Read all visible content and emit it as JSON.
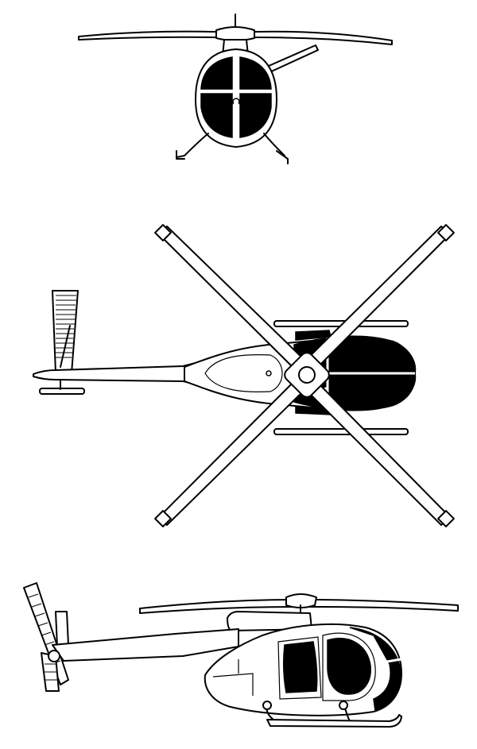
{
  "figure": {
    "views": [
      "front",
      "top",
      "side"
    ],
    "colors": {
      "ink": "#000000",
      "paper": "#ffffff"
    }
  }
}
